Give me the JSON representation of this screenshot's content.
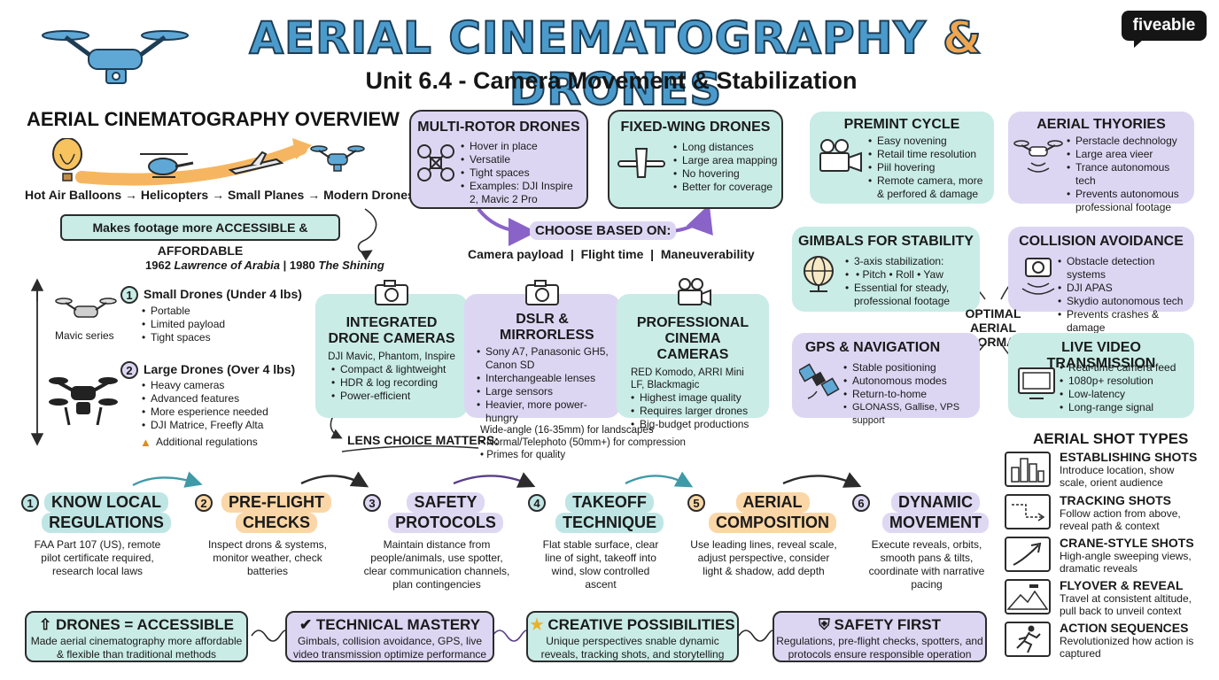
{
  "header": {
    "title_main": "AERIAL CINEMATOGRAPHY ",
    "title_amp": "&",
    "title_end": " DRONES",
    "subtitle": "Unit 6.4 - Camera Movement & Stabilization",
    "brand": "fiveable"
  },
  "overview": {
    "title": "AERIAL CINEMATOGRAPHY OVERVIEW",
    "timeline": "Hot Air Balloons → Helicopters → Small Planes → Modern Drones",
    "callout": "Makes footage more ACCESSIBLE & AFFORDABLE",
    "films_prefix1": "1962 ",
    "film1": "Lawrence of Arabia",
    "films_sep": " | 1980 ",
    "film2": "The Shining"
  },
  "drone_sizes": {
    "mavic_label": "Mavic series",
    "small": {
      "num": "1",
      "title": "Small Drones (Under 4 lbs)",
      "items": [
        "Portable",
        "Limited payload",
        "Tight spaces"
      ]
    },
    "large": {
      "num": "2",
      "title": "Large Drones (Over 4 lbs)",
      "items": [
        "Heavy cameras",
        "Advanced features",
        "More esperience needed",
        "DJI Matrice, Freefly Alta"
      ],
      "warning": "Additional regulations"
    }
  },
  "multirotor": {
    "title": "MULTI-ROTOR DRONES",
    "items": [
      "Hover in place",
      "Versatile",
      "Tight spaces",
      "Examples: DJI Inspire 2, Mavic 2 Pro"
    ]
  },
  "fixedwing": {
    "title": "FIXED-WING DRONES",
    "items": [
      "Long distances",
      "Large area mapping",
      "No hovering",
      "Better for coverage"
    ]
  },
  "choose": {
    "label": "CHOOSE BASED ON:",
    "criteria": "Camera payload  |  Flight time  |  Maneuverability"
  },
  "cameras": {
    "integrated": {
      "title": "INTEGRATED DRONE CAMERAS",
      "subtitle": "DJI Mavic, Phantom, Inspire",
      "items": [
        "Compact & lightweight",
        "HDR & log recording",
        "Power-efficient"
      ]
    },
    "dslr": {
      "title": "DSLR & MIRRORLESS",
      "items": [
        "Sony A7, Panasonic GH5, Canon SD",
        "Interchangeable lenses",
        "Large sensors",
        "Heavier, more power-hungry"
      ]
    },
    "cinema": {
      "title": "PROFESSIONAL CINEMA CAMERAS",
      "subtitle": "RED Komodo, ARRI Mini LF, Blackmagic",
      "items": [
        "Highest image quality",
        "Requires larger drones",
        "Big-budget productions"
      ]
    }
  },
  "lens": {
    "label": "LENS CHOICE MATTERS:",
    "items": [
      "Wide-angle (16-35mm) for landscapes",
      "Normal/Telephoto (50mm+) for compression",
      "Primes for quality"
    ]
  },
  "features": {
    "premint": {
      "title": "PREMINT CYCLE",
      "items": [
        "Easy novening",
        "Retail time resolution",
        "Piil hovering",
        "Remote camera, more & perfored & damage"
      ]
    },
    "theories": {
      "title": "AERIAL THYORIES",
      "items": [
        "Perstacle dechnology",
        "Large area vieer",
        "Trance autonomous tech",
        "Prevents autonomous professional footage"
      ]
    },
    "gimbals": {
      "title": "GIMBALS FOR STABILITY",
      "items": [
        "3-axis stabilization:",
        "Essential for steady, professional footage"
      ],
      "axes": "• Pitch  • Roll  • Yaw"
    },
    "collision": {
      "title": "COLLISION AVOIDANCE",
      "items": [
        "Obstacle detection systems",
        "DJI APAS",
        "Skydio autonomous tech",
        "Prevents crashes & damage"
      ]
    },
    "center_line1": "OPTIMAL AERIAL",
    "center_line2": "PERFORMANCE",
    "gps": {
      "title": "GPS & NAVIGATION",
      "items": [
        "Stable positioning",
        "Autonomous modes",
        "Return-to-home",
        "GLONASS, Gallise, VPS support"
      ]
    },
    "live": {
      "title": "LIVE VIDEO TRANSMISSION",
      "items": [
        "Real-time camera feed",
        "1080p+ resolution",
        "Low-latency",
        "Long-range signal"
      ]
    }
  },
  "steps": [
    {
      "num": "1",
      "line1": "KNOW LOCAL",
      "line2": "REGULATIONS",
      "desc": "FAA Part 107 (US), remote pilot certificate required, research local laws"
    },
    {
      "num": "2",
      "line1": "PRE-FLIGHT",
      "line2": "CHECKS",
      "desc": "Inspect drons & systems, monitor weather, check batteries"
    },
    {
      "num": "3",
      "line1": "SAFETY",
      "line2": "PROTOCOLS",
      "desc": "Maintain distance from people/animals, use spotter, clear communication channels, plan contingencies"
    },
    {
      "num": "4",
      "line1": "TAKEOFF",
      "line2": "TECHNIQUE",
      "desc": "Flat stable surface, clear line of sight, takeoff into wind, slow controlled ascent"
    },
    {
      "num": "5",
      "line1": "AERIAL",
      "line2": "COMPOSITION",
      "desc": "Use leading lines, reveal scale, adjust perspective, consider light & shadow, add depth"
    },
    {
      "num": "6",
      "line1": "DYNAMIC",
      "line2": "MOVEMENT",
      "desc": "Execute reveals, orbits, smooth pans & tilts, coordinate with narrative pacing"
    }
  ],
  "shot_types": {
    "title": "AERIAL SHOT TYPES",
    "items": [
      {
        "title": "ESTABLISHING SHOTS",
        "desc": "Introduce location, show scale, orient audience"
      },
      {
        "title": "TRACKING SHOTS",
        "desc": "Follow action from above, reveal path & context"
      },
      {
        "title": "CRANE-STYLE SHOTS",
        "desc": "High-angle sweeping views, dramatic reveals"
      },
      {
        "title": "FLYOVER & REVEAL",
        "desc": "Travel at consistent altitude, pull back to unveil context"
      },
      {
        "title": "ACTION SEQUENCES",
        "desc": "Revolutionized how action is captured"
      }
    ]
  },
  "summary": [
    {
      "title": "DRONES = ACCESSIBLE",
      "desc": "Made aerial cinematography more affordable & flexible than traditional methods",
      "color": "#c9ece6"
    },
    {
      "title": "TECHNICAL MASTERY",
      "desc": "Gimbals, collision avoidance, GPS, live video transmission optimize performance",
      "color": "#ddd6f3"
    },
    {
      "title": "CREATIVE POSSIBILITIES",
      "desc": "Unique perspectives snable dynamic reveals, tracking shots, and storytelling",
      "color": "#c9ece6"
    },
    {
      "title": "SAFETY FIRST",
      "desc": "Regulations, pre-flight checks, spotters, and protocols ensure responsible operation",
      "color": "#ddd6f3"
    }
  ],
  "colors": {
    "title_blue": "#4a9bcc",
    "accent_orange": "#f0a64e",
    "teal_box": "#c9ece6",
    "purple_box": "#ddd6f3"
  }
}
